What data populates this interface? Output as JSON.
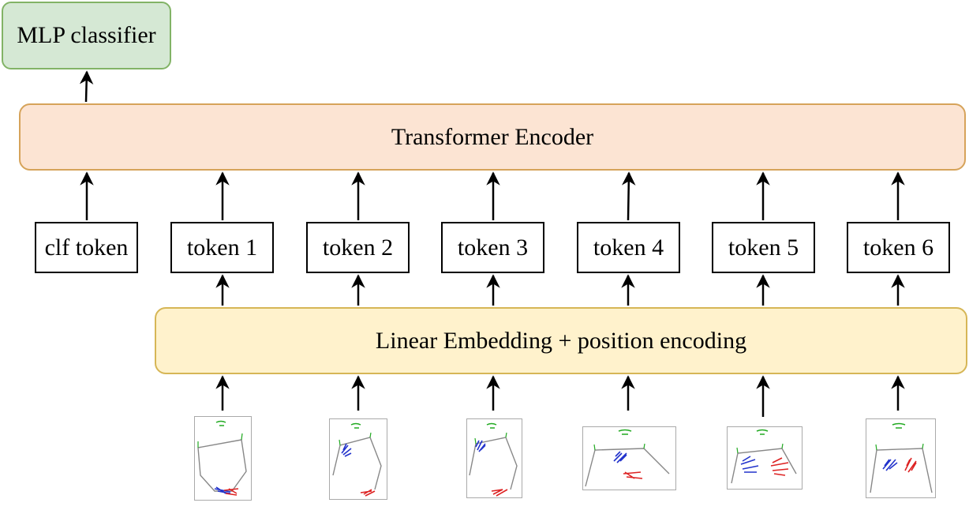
{
  "diagram": {
    "mlp_label": "MLP classifier",
    "encoder_label": "Transformer Encoder",
    "embedding_label": "Linear Embedding + position encoding",
    "tokens": [
      "clf token",
      "token 1",
      "token 2",
      "token 3",
      "token 4",
      "token 5",
      "token 6"
    ]
  },
  "colors": {
    "mlp_fill": "#d5e8d4",
    "mlp_border": "#82b366",
    "encoder_fill": "#fce4d3",
    "encoder_border": "#d6a35a",
    "embedding_fill": "#fff2cc",
    "embedding_border": "#d6b656",
    "left_hand": "#2233cc",
    "right_hand": "#dd2222",
    "face": "#22aa22",
    "pose": "#888888"
  },
  "thumbnails": [
    {
      "name": "pose-frame-1"
    },
    {
      "name": "pose-frame-2"
    },
    {
      "name": "pose-frame-3"
    },
    {
      "name": "pose-frame-4"
    },
    {
      "name": "pose-frame-5"
    },
    {
      "name": "pose-frame-6"
    }
  ]
}
